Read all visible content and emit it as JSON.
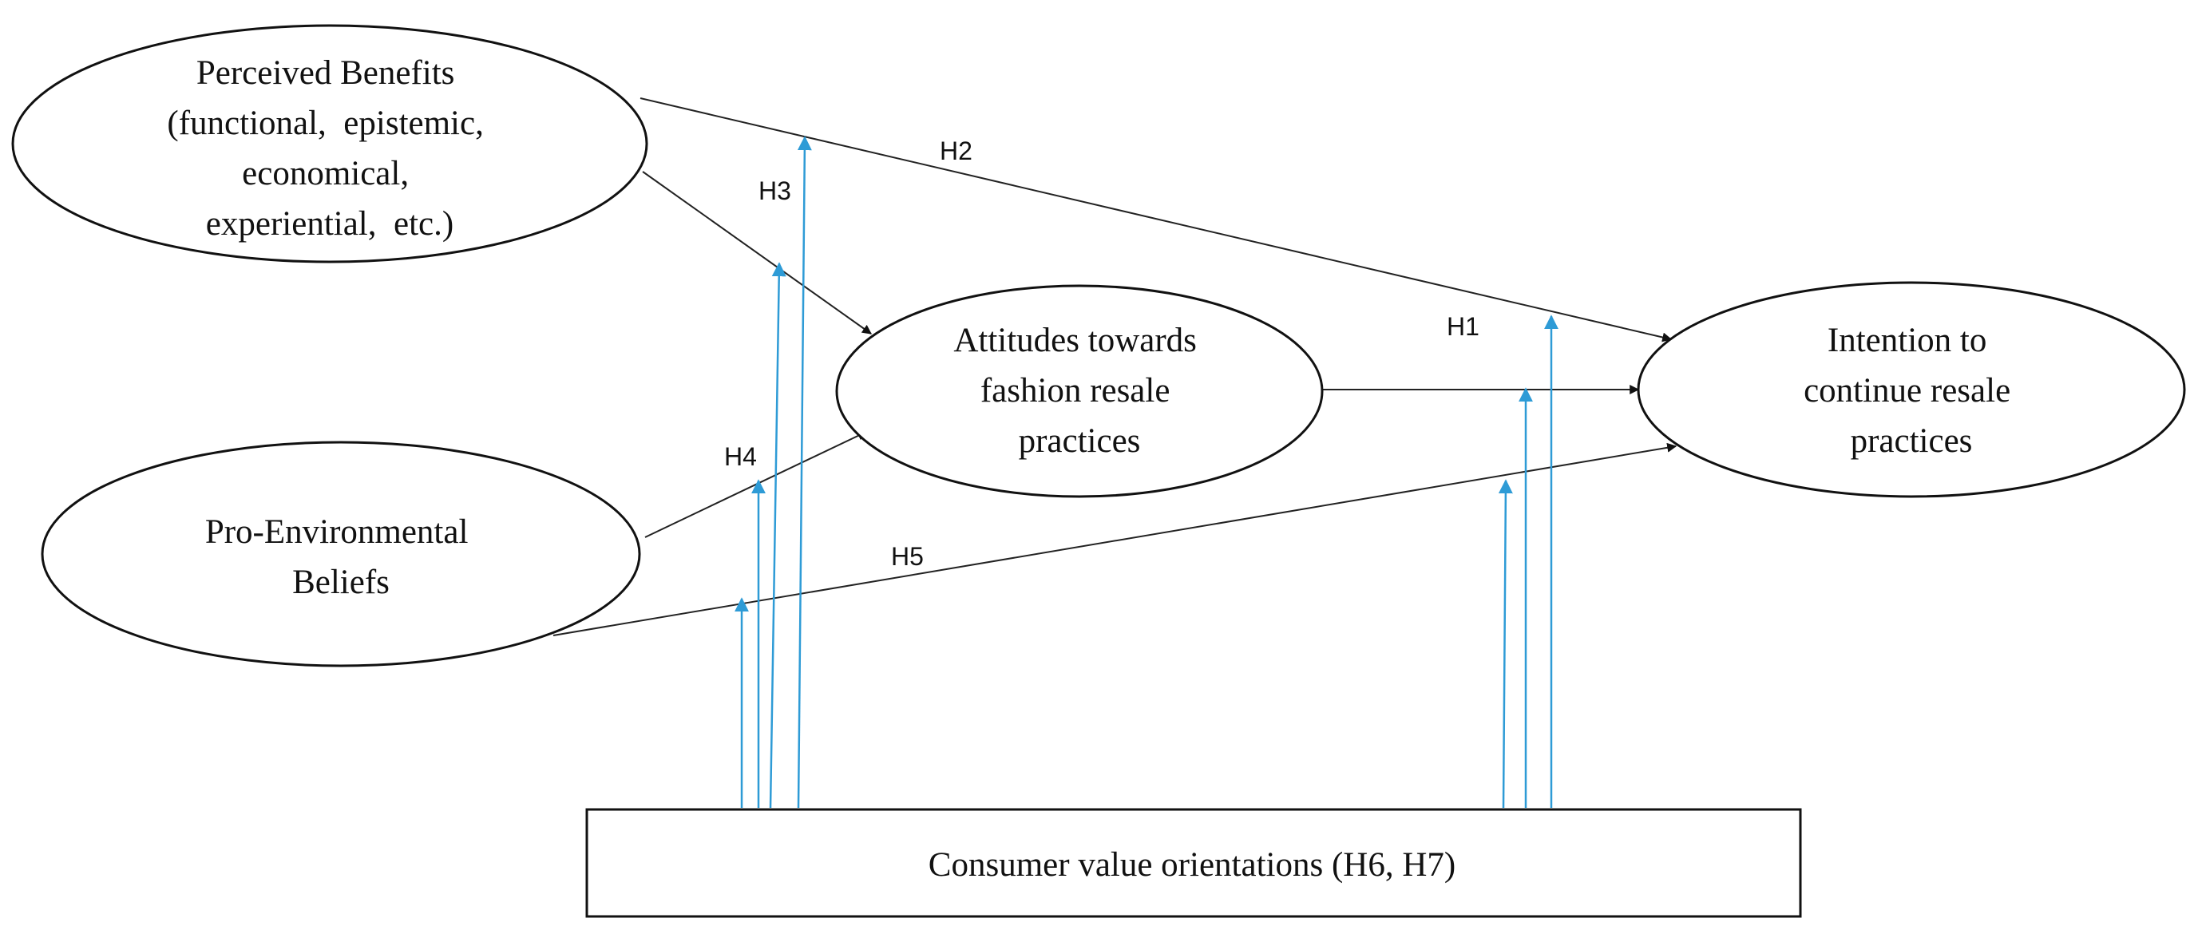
{
  "nodes": {
    "perceived_benefits": {
      "lines": [
        "Perceived Benefits",
        "(functional,  epistemic,",
        "economical,",
        "experiential,  etc.)"
      ]
    },
    "pro_environmental": {
      "lines": [
        "Pro-Environmental",
        "Beliefs"
      ]
    },
    "attitudes": {
      "lines": [
        "Attitudes towards",
        "fashion resale",
        "practices"
      ]
    },
    "intention": {
      "lines": [
        "Intention to",
        "continue resale",
        "practices"
      ]
    },
    "consumer_value": {
      "lines": [
        "Consumer value orientations (H6, H7)"
      ]
    }
  },
  "hypotheses": {
    "h1": "H1",
    "h2": "H2",
    "h3": "H3",
    "h4": "H4",
    "h5": "H5"
  },
  "colors": {
    "line": "#222222",
    "moderator_arrow": "#2e9bd6",
    "text": "#111111"
  }
}
